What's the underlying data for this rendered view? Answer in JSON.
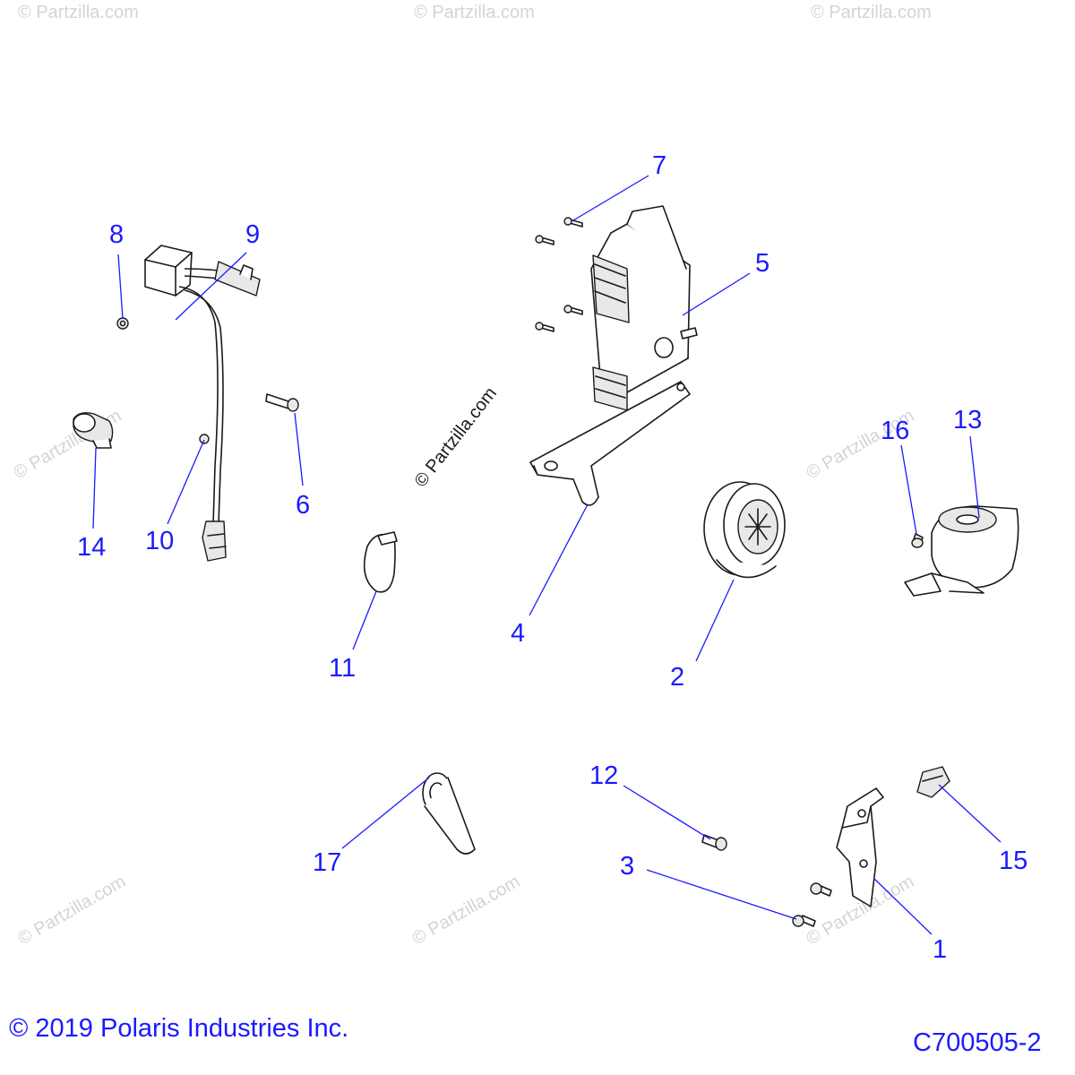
{
  "callouts": {
    "c1": "1",
    "c2": "2",
    "c3": "3",
    "c4": "4",
    "c5": "5",
    "c6": "6",
    "c7": "7",
    "c8": "8",
    "c9": "9",
    "c10": "10",
    "c11": "11",
    "c12": "12",
    "c13": "13",
    "c14": "14",
    "c15": "15",
    "c16": "16",
    "c17": "17"
  },
  "watermark": "© Partzilla.com",
  "footer": {
    "copyright": "© 2019 Polaris Industries Inc.",
    "figure_id": "C700505-2"
  },
  "colors": {
    "callout": "#1a1aff",
    "line": "#1a1a1a",
    "watermark": "#d4d4d4"
  }
}
